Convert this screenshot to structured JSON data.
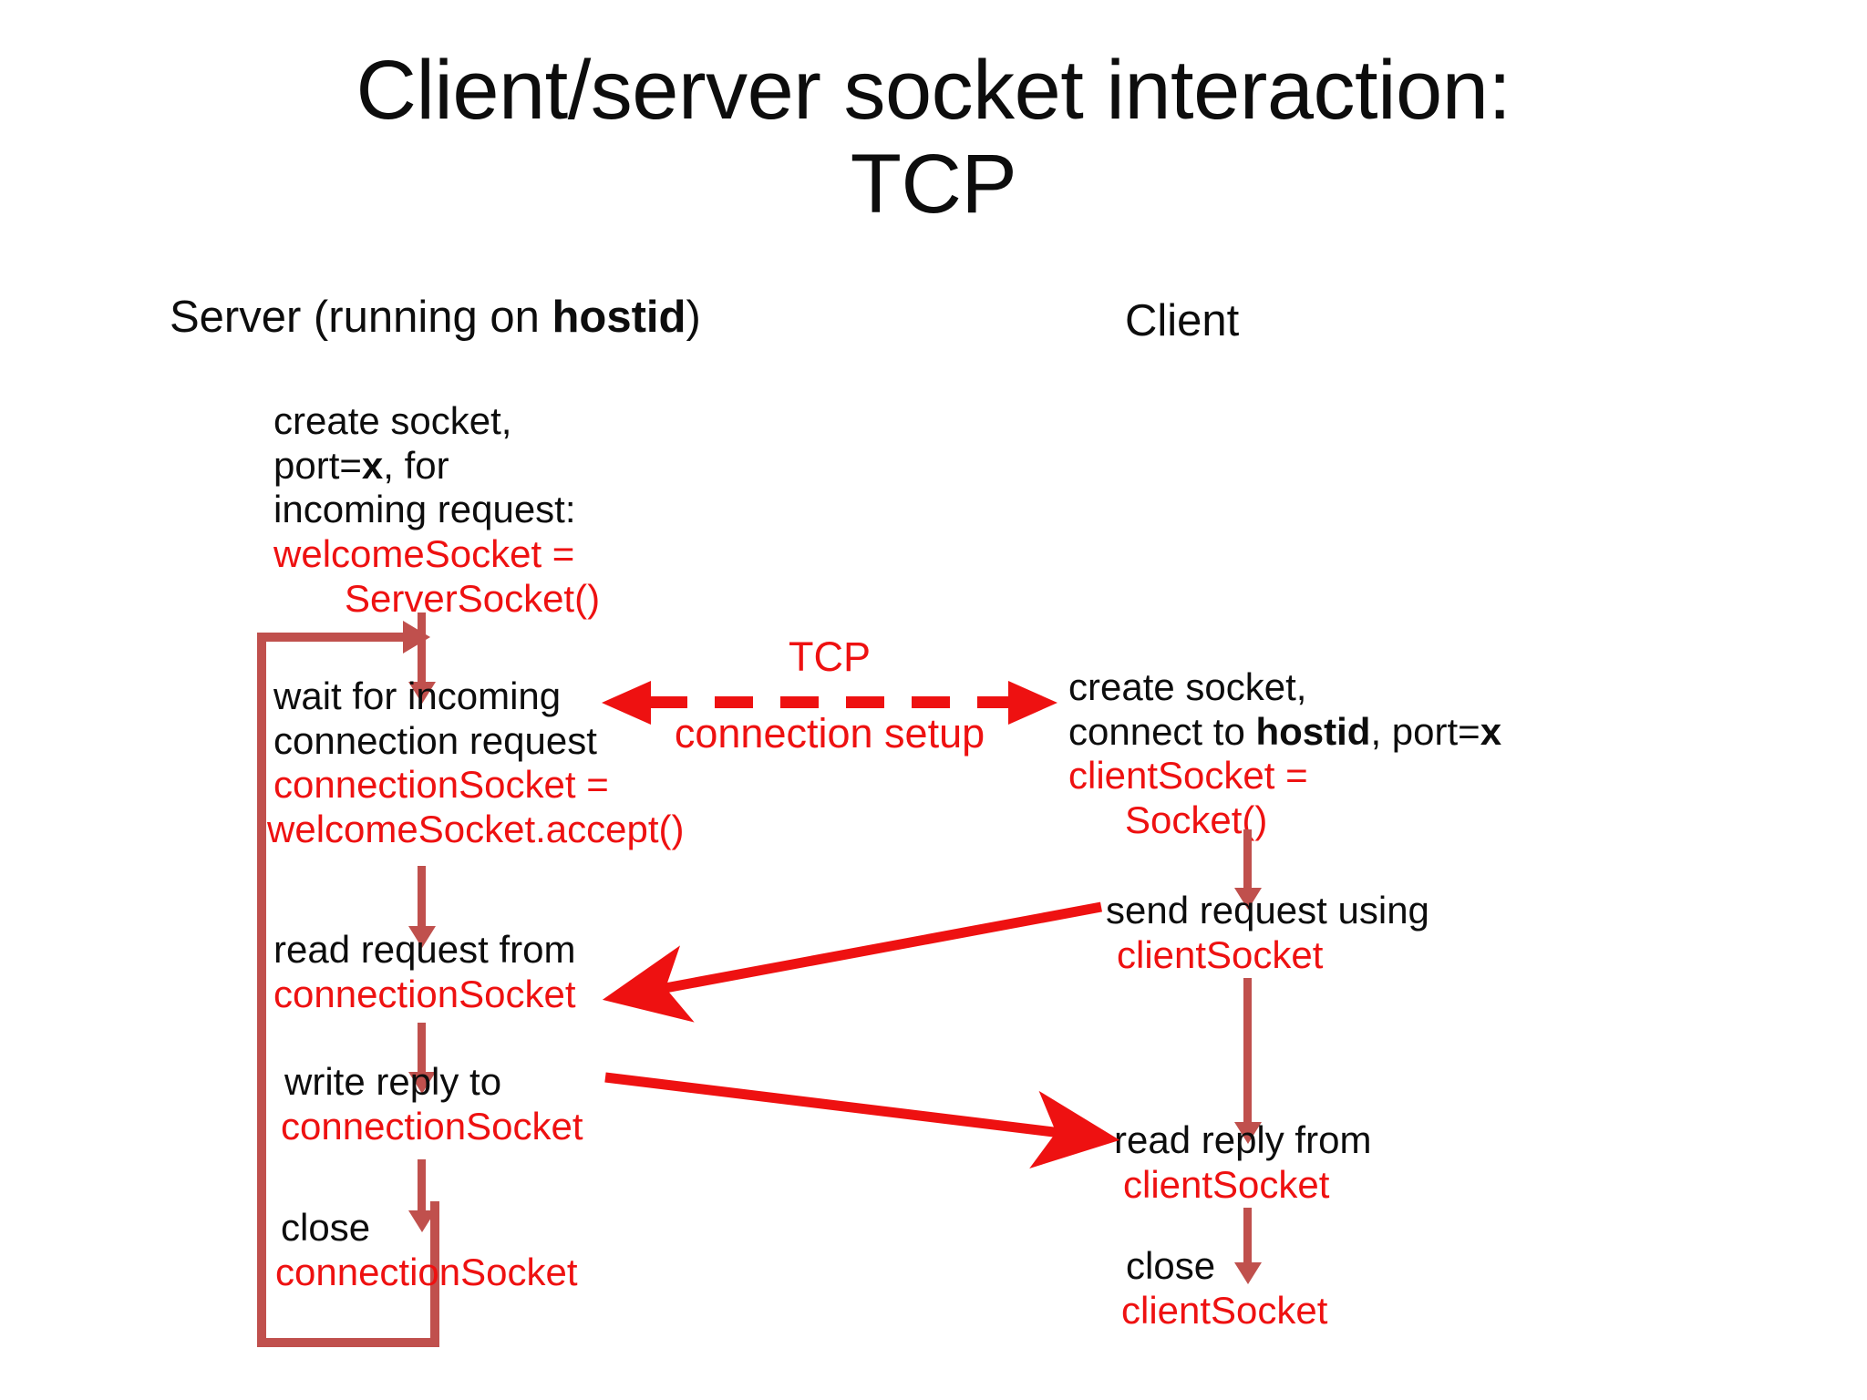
{
  "title": {
    "line1": "Client/server socket interaction:",
    "line2": "TCP"
  },
  "columns": {
    "server_label_prefix": "Server (running on ",
    "server_label_bold": "hostid",
    "server_label_suffix": ")",
    "client_label": "Client"
  },
  "colors": {
    "code_red": "#ee1111",
    "flow_arrow": "#c0504d",
    "text": "#0d0d0d",
    "background": "#ffffff"
  },
  "server_steps": [
    {
      "id": "create-socket",
      "plain": [
        "create socket,",
        "port=x, for",
        "incoming request:"
      ],
      "bold_token": "x",
      "code": [
        "welcomeSocket =",
        "ServerSocket()"
      ]
    },
    {
      "id": "wait-connection",
      "plain": [
        "wait for incoming",
        "connection request"
      ],
      "code": [
        "connectionSocket =",
        "welcomeSocket.accept()"
      ]
    },
    {
      "id": "read-request",
      "plain": [
        "read request from"
      ],
      "code": [
        "connectionSocket"
      ]
    },
    {
      "id": "write-reply",
      "plain": [
        "write reply to"
      ],
      "code": [
        "connectionSocket"
      ]
    },
    {
      "id": "close-connection",
      "plain": [
        "close"
      ],
      "code": [
        "connectionSocket"
      ]
    }
  ],
  "client_steps": [
    {
      "id": "create-connect",
      "plain": [
        "create socket,",
        "connect to hostid, port=x"
      ],
      "bold_tokens": [
        "hostid",
        "x"
      ],
      "code": [
        "clientSocket =",
        "Socket()"
      ]
    },
    {
      "id": "send-request",
      "plain": [
        "send request using"
      ],
      "code": [
        "clientSocket"
      ]
    },
    {
      "id": "read-reply",
      "plain": [
        "read reply from"
      ],
      "code": [
        "clientSocket"
      ]
    },
    {
      "id": "close-client",
      "plain": [
        "close"
      ],
      "code": [
        "clientSocket"
      ]
    }
  ],
  "annotations": {
    "tcp_setup_top": "TCP",
    "tcp_setup_bottom": "connection setup"
  },
  "text": {
    "srv1_l1": "create socket,",
    "srv1_l2a": "port=",
    "srv1_l2b": "x",
    "srv1_l2c": ", for",
    "srv1_l3": "incoming request:",
    "srv1_c1": "welcomeSocket =",
    "srv1_c2": "ServerSocket()",
    "srv2_l1": "wait for incoming",
    "srv2_l2": "connection request",
    "srv2_c1": "connectionSocket =",
    "srv2_c2": "welcomeSocket.accept()",
    "srv3_l1": "read request from",
    "srv3_c1": "connectionSocket",
    "srv4_l1": "write reply to",
    "srv4_c1": "connectionSocket",
    "srv5_l1": "close",
    "srv5_c1": "connectionSocket",
    "cli1_l1": "create socket,",
    "cli1_l2a": "connect to ",
    "cli1_l2b": "hostid",
    "cli1_l2c": ", port=",
    "cli1_l2d": "x",
    "cli1_c1": "clientSocket =",
    "cli1_c2": "Socket()",
    "cli2_l1": "send request using",
    "cli2_c1": "clientSocket",
    "cli3_l1": "read reply from",
    "cli3_c1": "clientSocket",
    "cli4_l1": "close",
    "cli4_c1": "clientSocket"
  }
}
